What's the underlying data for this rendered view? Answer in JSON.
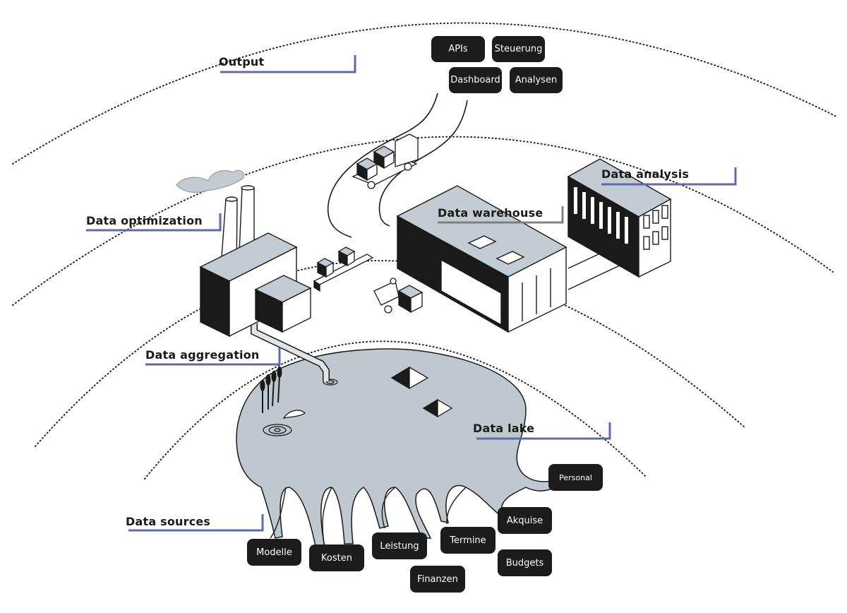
{
  "diagram": {
    "layers": {
      "output": "Output",
      "data_optimization": "Data optimization",
      "data_aggregation": "Data aggregation",
      "data_warehouse": "Data warehouse",
      "data_analysis": "Data analysis",
      "data_lake": "Data lake",
      "data_sources": "Data sources"
    },
    "output_items": [
      "APIs",
      "Steuerung",
      "Dashboard",
      "Analysen"
    ],
    "source_items": [
      "Modelle",
      "Kosten",
      "Leistung",
      "Finanzen",
      "Termine",
      "Akquise",
      "Budgets",
      "Personal"
    ],
    "colors": {
      "accent_line": "#5b6bb0",
      "warehouse_line": "#808080",
      "lake_fill": "#bfc8ce",
      "roof_fill": "#c2ccd2",
      "pill_bg": "#1c1c1c",
      "ink": "#1a1a1a"
    }
  }
}
